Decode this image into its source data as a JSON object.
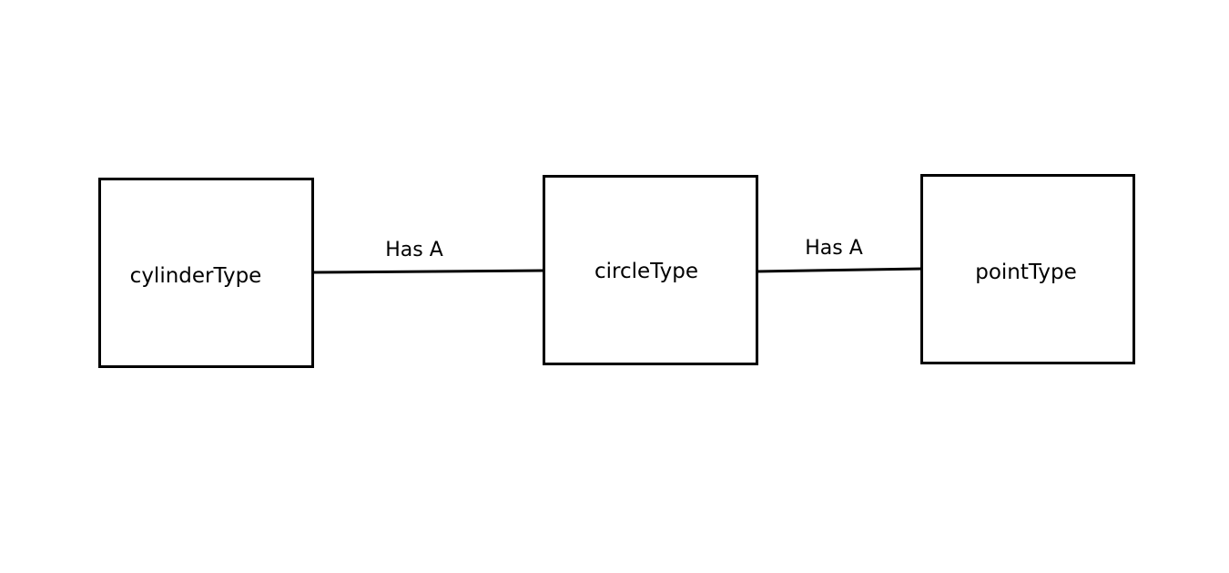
{
  "diagram": {
    "nodes": [
      {
        "id": "cylinder",
        "label": "cylinderType"
      },
      {
        "id": "circle",
        "label": "circleType"
      },
      {
        "id": "point",
        "label": "pointType"
      }
    ],
    "edges": [
      {
        "from": "cylinder",
        "to": "circle",
        "label": "Has A"
      },
      {
        "from": "circle",
        "to": "point",
        "label": "Has A"
      }
    ],
    "colors": {
      "background": "#ffffff",
      "stroke": "#000000",
      "text": "#000000"
    }
  }
}
